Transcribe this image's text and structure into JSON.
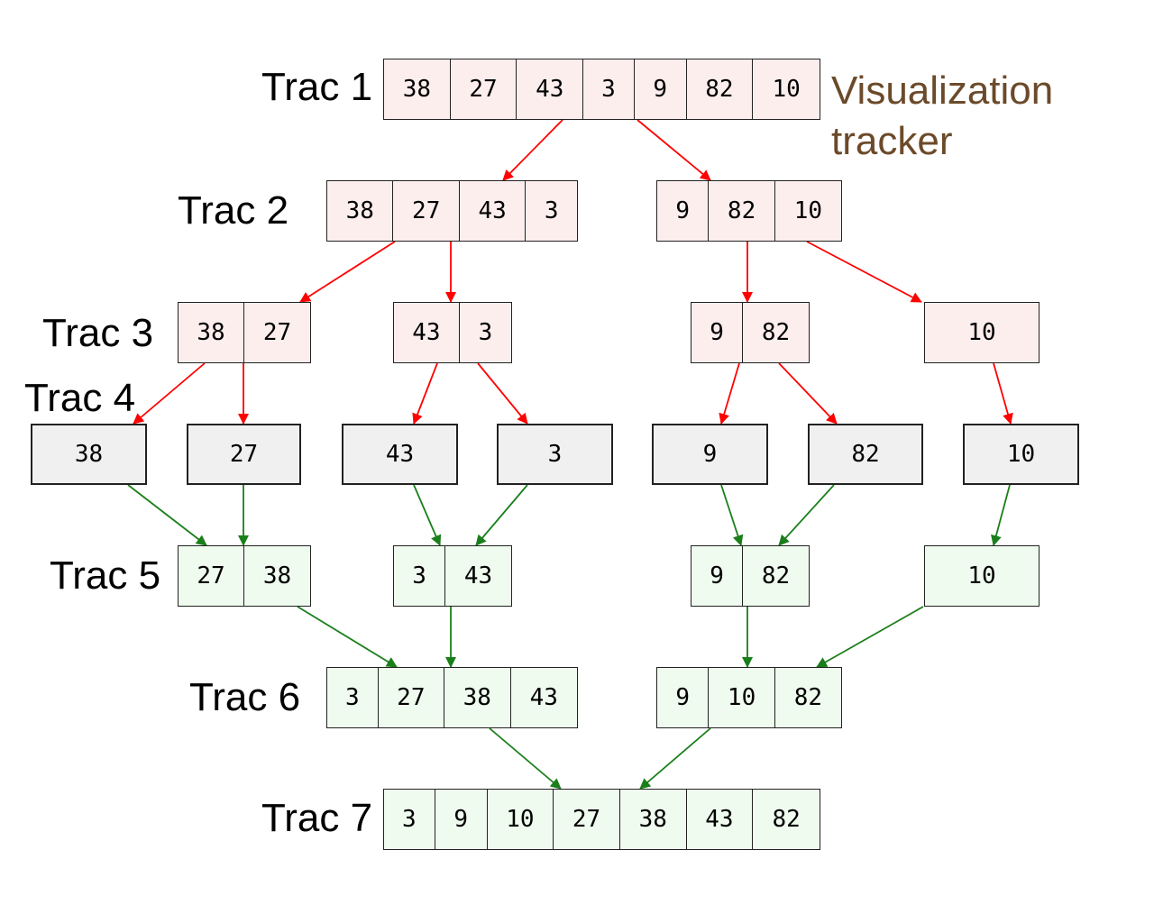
{
  "annotation": {
    "lines": [
      "Visualization",
      "tracker"
    ],
    "color": "#6b4a2a"
  },
  "colors": {
    "split_arrow": "#ff0000",
    "merge_arrow": "#1a7f1a",
    "split_fill": "#fdeeee",
    "single_fill": "#f0f0f0",
    "merge_fill": "#effbef"
  },
  "tracks": [
    {
      "id": "t1",
      "label": "Trac 1",
      "kind": "split",
      "arrays": [
        {
          "id": "a1",
          "values": [
            "38",
            "27",
            "43",
            "3",
            "9",
            "82",
            "10"
          ]
        }
      ]
    },
    {
      "id": "t2",
      "label": "Trac 2",
      "kind": "split",
      "arrays": [
        {
          "id": "a2a",
          "values": [
            "38",
            "27",
            "43",
            "3"
          ]
        },
        {
          "id": "a2b",
          "values": [
            "9",
            "82",
            "10"
          ]
        }
      ]
    },
    {
      "id": "t3",
      "label": "Trac 3",
      "kind": "split",
      "arrays": [
        {
          "id": "a3a",
          "values": [
            "38",
            "27"
          ]
        },
        {
          "id": "a3b",
          "values": [
            "43",
            "3"
          ]
        },
        {
          "id": "a3c",
          "values": [
            "9",
            "82"
          ]
        },
        {
          "id": "a3d",
          "values": [
            "10"
          ]
        }
      ]
    },
    {
      "id": "t4",
      "label": "Trac 4",
      "kind": "single",
      "arrays": [
        {
          "id": "a4a",
          "values": [
            "38"
          ]
        },
        {
          "id": "a4b",
          "values": [
            "27"
          ]
        },
        {
          "id": "a4c",
          "values": [
            "43"
          ]
        },
        {
          "id": "a4d",
          "values": [
            "3"
          ]
        },
        {
          "id": "a4e",
          "values": [
            "9"
          ]
        },
        {
          "id": "a4f",
          "values": [
            "82"
          ]
        },
        {
          "id": "a4g",
          "values": [
            "10"
          ]
        }
      ]
    },
    {
      "id": "t5",
      "label": "Trac 5",
      "kind": "merge",
      "arrays": [
        {
          "id": "a5a",
          "values": [
            "27",
            "38"
          ]
        },
        {
          "id": "a5b",
          "values": [
            "3",
            "43"
          ]
        },
        {
          "id": "a5c",
          "values": [
            "9",
            "82"
          ]
        },
        {
          "id": "a5d",
          "values": [
            "10"
          ]
        }
      ]
    },
    {
      "id": "t6",
      "label": "Trac 6",
      "kind": "merge",
      "arrays": [
        {
          "id": "a6a",
          "values": [
            "3",
            "27",
            "38",
            "43"
          ]
        },
        {
          "id": "a6b",
          "values": [
            "9",
            "10",
            "82"
          ]
        }
      ]
    },
    {
      "id": "t7",
      "label": "Trac 7",
      "kind": "merge",
      "arrays": [
        {
          "id": "a7",
          "values": [
            "3",
            "9",
            "10",
            "27",
            "38",
            "43",
            "82"
          ]
        }
      ]
    }
  ],
  "edges": [
    {
      "from": "a1",
      "to": "a2a",
      "type": "split"
    },
    {
      "from": "a1",
      "to": "a2b",
      "type": "split"
    },
    {
      "from": "a2a",
      "to": "a3a",
      "type": "split"
    },
    {
      "from": "a2a",
      "to": "a3b",
      "type": "split"
    },
    {
      "from": "a2b",
      "to": "a3c",
      "type": "split"
    },
    {
      "from": "a2b",
      "to": "a3d",
      "type": "split"
    },
    {
      "from": "a3a",
      "to": "a4a",
      "type": "split"
    },
    {
      "from": "a3a",
      "to": "a4b",
      "type": "split"
    },
    {
      "from": "a3b",
      "to": "a4c",
      "type": "split"
    },
    {
      "from": "a3b",
      "to": "a4d",
      "type": "split"
    },
    {
      "from": "a3c",
      "to": "a4e",
      "type": "split"
    },
    {
      "from": "a3c",
      "to": "a4f",
      "type": "split"
    },
    {
      "from": "a3d",
      "to": "a4g",
      "type": "split"
    },
    {
      "from": "a4a",
      "to": "a5a",
      "type": "merge"
    },
    {
      "from": "a4b",
      "to": "a5a",
      "type": "merge"
    },
    {
      "from": "a4c",
      "to": "a5b",
      "type": "merge"
    },
    {
      "from": "a4d",
      "to": "a5b",
      "type": "merge"
    },
    {
      "from": "a4e",
      "to": "a5c",
      "type": "merge"
    },
    {
      "from": "a4f",
      "to": "a5c",
      "type": "merge"
    },
    {
      "from": "a4g",
      "to": "a5d",
      "type": "merge"
    },
    {
      "from": "a5a",
      "to": "a6a",
      "type": "merge"
    },
    {
      "from": "a5b",
      "to": "a6a",
      "type": "merge"
    },
    {
      "from": "a5c",
      "to": "a6b",
      "type": "merge"
    },
    {
      "from": "a5d",
      "to": "a6b",
      "type": "merge"
    },
    {
      "from": "a6a",
      "to": "a7",
      "type": "merge"
    },
    {
      "from": "a6b",
      "to": "a7",
      "type": "merge"
    }
  ]
}
